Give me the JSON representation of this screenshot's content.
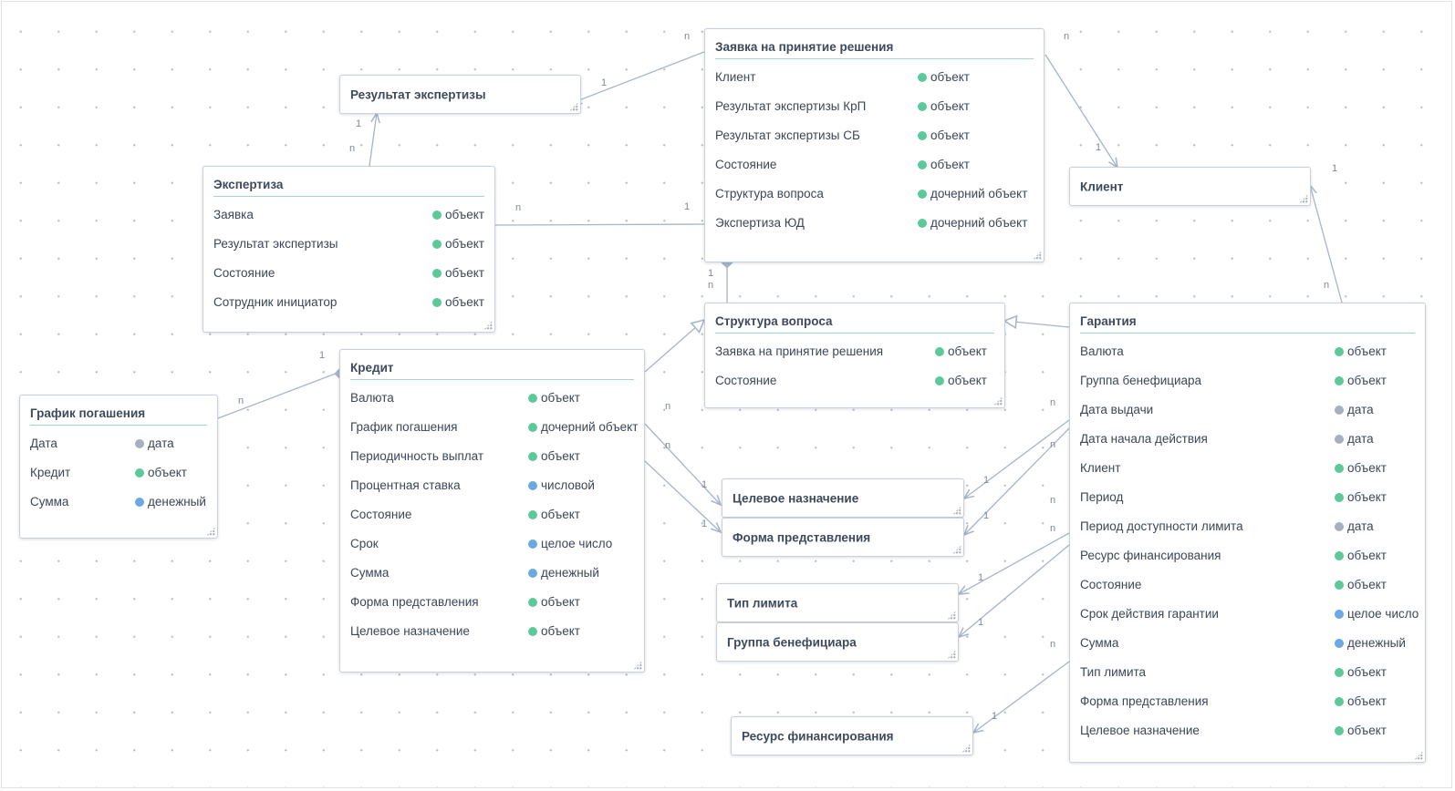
{
  "colors": {
    "object": "#5cc99a",
    "child_object": "#5cc99a",
    "date": "#a6b0c0",
    "numeric": "#6aa8e6",
    "integer": "#6aa8e6",
    "money": "#6aa8e6",
    "connector": "#a7b4c8"
  },
  "entities": {
    "zayavka": {
      "title": "Заявка на принятие решения",
      "attrs": [
        {
          "name": "Клиент",
          "type": "объект",
          "kind": "object"
        },
        {
          "name": "Результат экспертизы КрП",
          "type": "объект",
          "kind": "object"
        },
        {
          "name": "Результат экспертизы СБ",
          "type": "объект",
          "kind": "object"
        },
        {
          "name": "Состояние",
          "type": "объект",
          "kind": "object"
        },
        {
          "name": "Структура вопроса",
          "type": "дочерний объект",
          "kind": "object"
        },
        {
          "name": "Экспертиза ЮД",
          "type": "дочерний объект",
          "kind": "object"
        }
      ]
    },
    "rezultat": {
      "title": "Результат экспертизы"
    },
    "klient": {
      "title": "Клиент"
    },
    "ekspertiza": {
      "title": "Экспертиза",
      "attrs": [
        {
          "name": "Заявка",
          "type": "объект",
          "kind": "object"
        },
        {
          "name": "Результат экспертизы",
          "type": "объект",
          "kind": "object"
        },
        {
          "name": "Состояние",
          "type": "объект",
          "kind": "object"
        },
        {
          "name": "Сотрудник инициатор",
          "type": "объект",
          "kind": "object"
        }
      ]
    },
    "struktura": {
      "title": "Структура вопроса",
      "attrs": [
        {
          "name": "Заявка на принятие решения",
          "type": "объект",
          "kind": "object"
        },
        {
          "name": "Состояние",
          "type": "объект",
          "kind": "object"
        }
      ]
    },
    "garantiya": {
      "title": "Гарантия",
      "attrs": [
        {
          "name": "Валюта",
          "type": "объект",
          "kind": "object"
        },
        {
          "name": "Группа бенефициара",
          "type": "объект",
          "kind": "object"
        },
        {
          "name": "Дата выдачи",
          "type": "дата",
          "kind": "date"
        },
        {
          "name": "Дата начала действия",
          "type": "дата",
          "kind": "date"
        },
        {
          "name": "Клиент",
          "type": "объект",
          "kind": "object"
        },
        {
          "name": "Период",
          "type": "объект",
          "kind": "object"
        },
        {
          "name": "Период доступности лимита",
          "type": "дата",
          "kind": "date"
        },
        {
          "name": "Ресурс финансирования",
          "type": "объект",
          "kind": "object"
        },
        {
          "name": "Состояние",
          "type": "объект",
          "kind": "object"
        },
        {
          "name": "Срок действия гарантии",
          "type": "целое число",
          "kind": "integer"
        },
        {
          "name": "Сумма",
          "type": "денежный",
          "kind": "money"
        },
        {
          "name": "Тип лимита",
          "type": "объект",
          "kind": "object"
        },
        {
          "name": "Форма представления",
          "type": "объект",
          "kind": "object"
        },
        {
          "name": "Целевое назначение",
          "type": "объект",
          "kind": "object"
        }
      ]
    },
    "kredit": {
      "title": "Кредит",
      "attrs": [
        {
          "name": "Валюта",
          "type": "объект",
          "kind": "object"
        },
        {
          "name": "График погашения",
          "type": "дочерний объект",
          "kind": "object"
        },
        {
          "name": "Периодичность выплат",
          "type": "объект",
          "kind": "object"
        },
        {
          "name": "Процентная ставка",
          "type": "числовой",
          "kind": "numeric"
        },
        {
          "name": "Состояние",
          "type": "объект",
          "kind": "object"
        },
        {
          "name": "Срок",
          "type": "целое число",
          "kind": "integer"
        },
        {
          "name": "Сумма",
          "type": "денежный",
          "kind": "money"
        },
        {
          "name": "Форма представления",
          "type": "объект",
          "kind": "object"
        },
        {
          "name": "Целевое назначение",
          "type": "объект",
          "kind": "object"
        }
      ]
    },
    "grafik": {
      "title": "График погашения",
      "attrs": [
        {
          "name": "Дата",
          "type": "дата",
          "kind": "date"
        },
        {
          "name": "Кредит",
          "type": "объект",
          "kind": "object"
        },
        {
          "name": "Сумма",
          "type": "денежный",
          "kind": "money"
        }
      ]
    },
    "tselevoe": {
      "title": "Целевое назначение"
    },
    "forma": {
      "title": "Форма представления"
    },
    "tip_limita": {
      "title": "Тип лимита"
    },
    "gruppa": {
      "title": "Группа бенефициара"
    },
    "resurs": {
      "title": "Ресурс финансирования"
    }
  },
  "cardinality": {
    "one": "1",
    "many": "n"
  }
}
